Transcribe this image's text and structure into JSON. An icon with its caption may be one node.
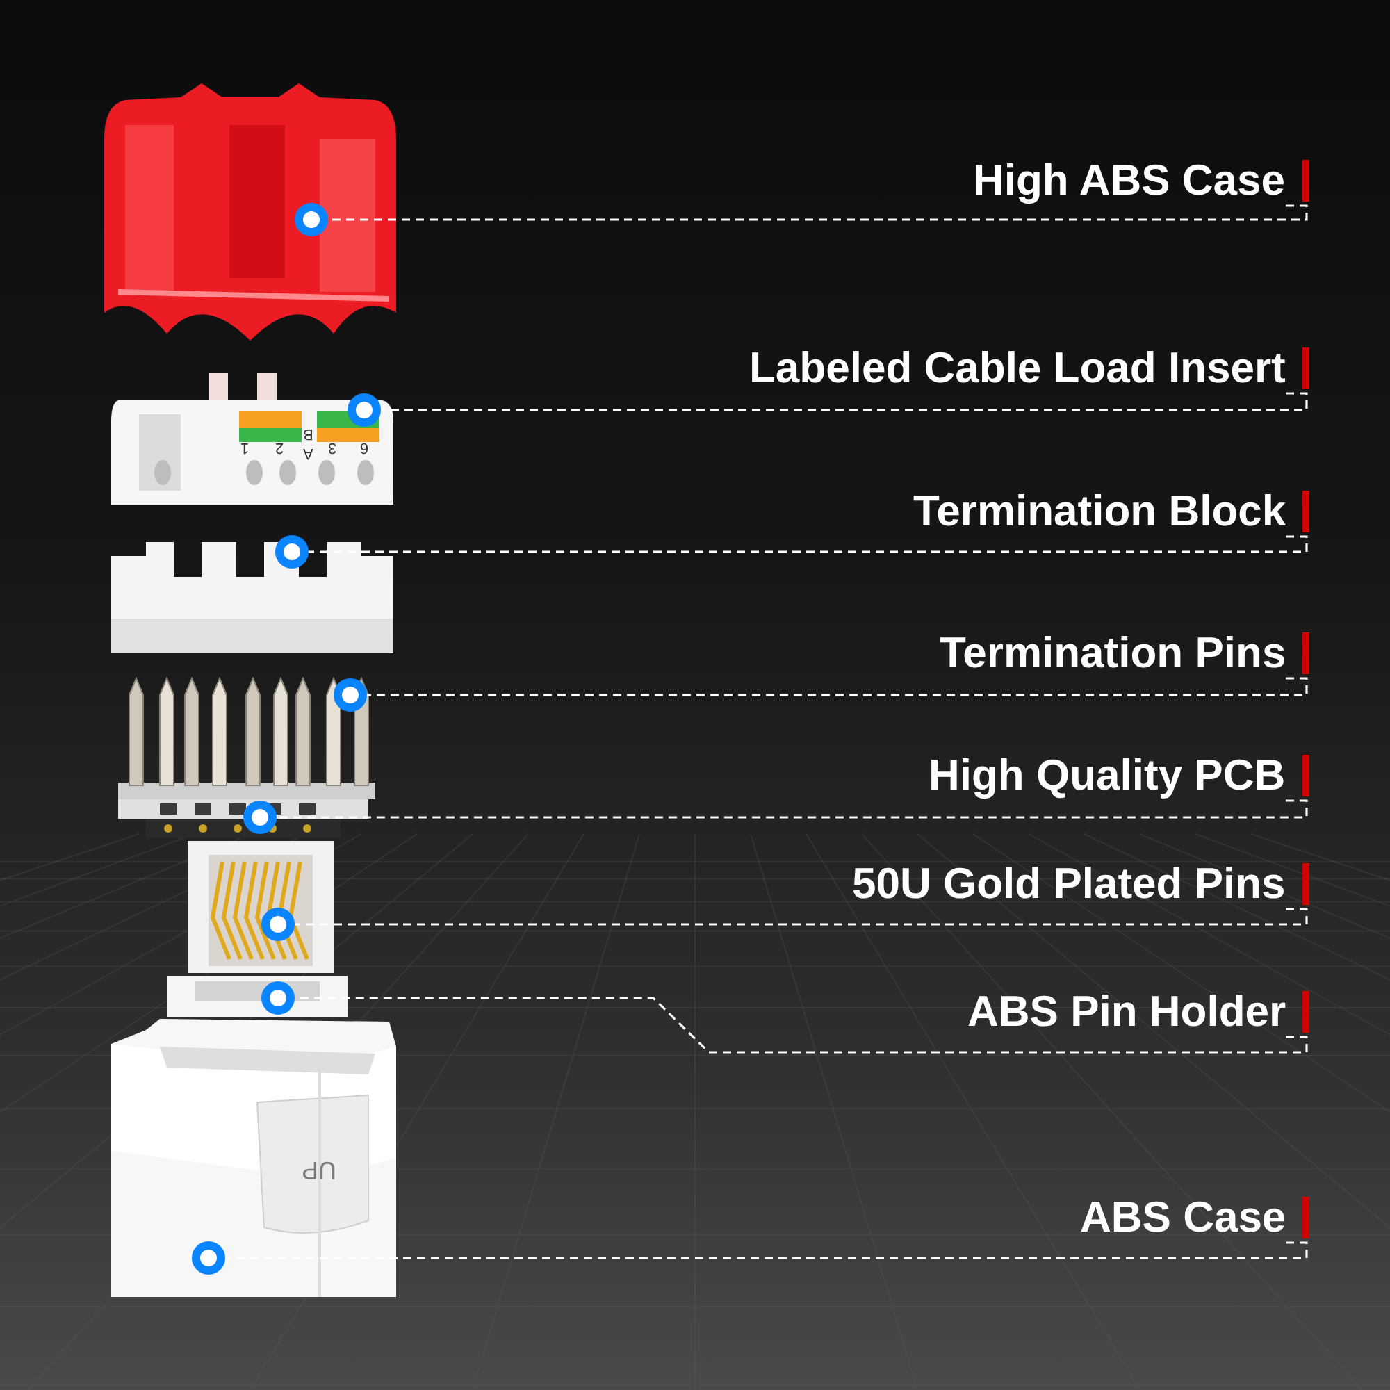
{
  "diagram": {
    "nodes": [
      {
        "text": [
          "High ABS Case"
        ]
      },
      {
        "text": [
          "Labeled Cable Load Insert"
        ]
      },
      {
        "text": [
          "Termination Block"
        ]
      },
      {
        "text": [
          "Termination Pins"
        ]
      },
      {
        "text": [
          "High Quality PCB"
        ]
      },
      {
        "text": [
          "50U Gold Plated Pins"
        ]
      },
      {
        "text": [
          "ABS Pin Holder"
        ]
      },
      {
        "text": [
          "ABS Case"
        ]
      },
      {
        "text": [],
        "shape": "picture"
      },
      {
        "text": [],
        "shape": "picture"
      },
      {
        "text": [],
        "shape": "picture"
      },
      {
        "text": [],
        "shape": "picture"
      },
      {
        "text": [],
        "shape": "picture"
      },
      {
        "text": [],
        "shape": "picture"
      },
      {
        "text": [],
        "shape": "picture"
      },
      {
        "text": [],
        "shape": "picture"
      }
    ],
    "edges": [
      {
        "from": 0,
        "to": 8,
        "arrow": "other",
        "style": "dashed"
      },
      {
        "from": 1,
        "to": 9,
        "arrow": "other",
        "style": "dashed"
      },
      {
        "from": 2,
        "to": 10,
        "arrow": "other",
        "style": "dashed"
      },
      {
        "from": 3,
        "to": 11,
        "arrow": "other",
        "style": "dashed"
      },
      {
        "from": 4,
        "to": 12,
        "arrow": "other",
        "style": "dashed"
      },
      {
        "from": 5,
        "to": 13,
        "arrow": "other",
        "style": "dashed"
      },
      {
        "from": 6,
        "to": 14,
        "arrow": "other",
        "style": "dashed"
      },
      {
        "from": 7,
        "to": 15,
        "arrow": "other",
        "style": "dashed"
      }
    ],
    "labels": [
      "1",
      "2",
      "B",
      "A",
      "3",
      "6",
      "UP"
    ]
  }
}
